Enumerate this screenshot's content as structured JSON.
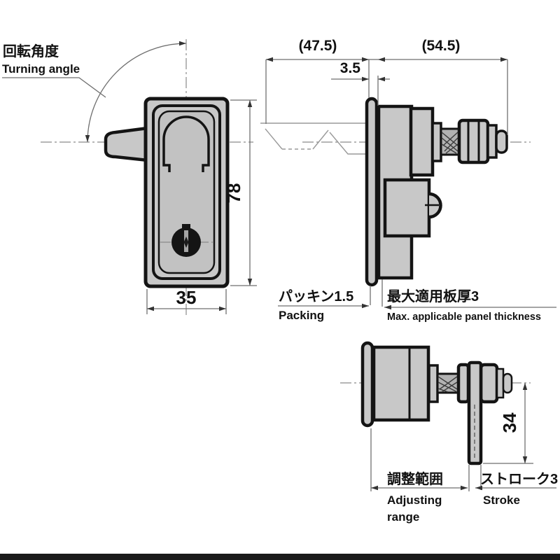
{
  "labels": {
    "turning_angle": {
      "jp": "回転角度",
      "en": "Turning angle"
    },
    "packing": {
      "jp": "パッキン1.5",
      "en": "Packing"
    },
    "max_panel": {
      "jp": "最大適用板厚3",
      "en": "Max. applicable panel thickness"
    },
    "adjusting_range": {
      "jp": "調整範囲",
      "en_line1": "Adjusting",
      "en_line2": "range"
    },
    "stroke": {
      "jp": "ストローク3",
      "en": "Stroke"
    }
  },
  "dimensions": {
    "front_height": "78",
    "front_width": "35",
    "front_depth": "(47.5)",
    "rear_depth": "(54.5)",
    "flange_offset": "3.5",
    "arm_length": "34"
  },
  "colors": {
    "background": "#ffffff",
    "outline": "#141414",
    "part_fill": "#c8c8c8",
    "thread_fill": "#b2b2b2",
    "dimension_line": "#6f6f6f",
    "text": "#111111"
  }
}
